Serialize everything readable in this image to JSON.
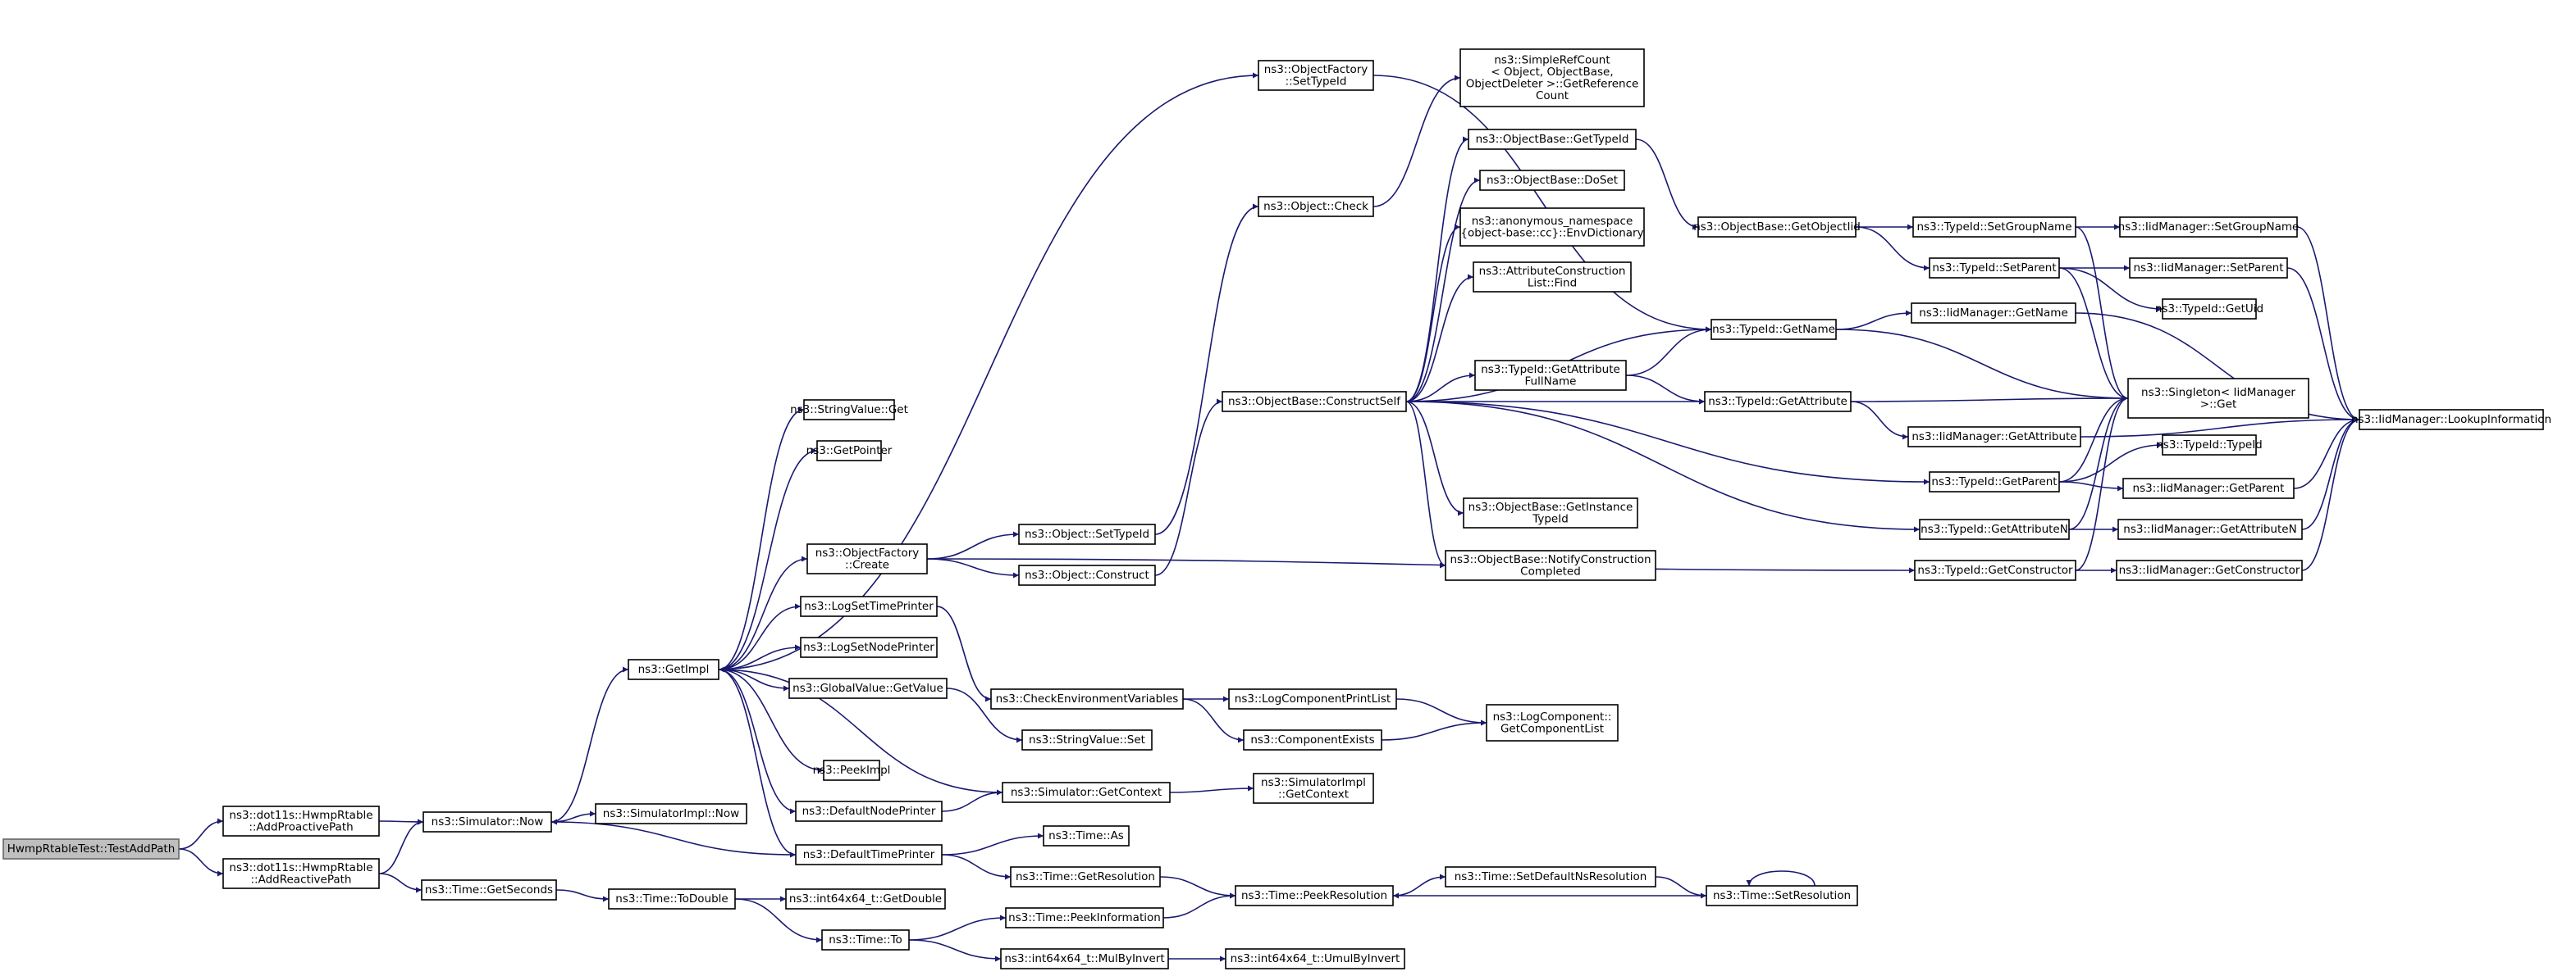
{
  "colors": {
    "edge": "#191970",
    "node_border": "#000000",
    "root_fill": "#bfbfbf",
    "background": "#ffffff"
  },
  "nodes": [
    {
      "id": "root",
      "lines": [
        "HwmpRtableTest::TestAddPath"
      ]
    },
    {
      "id": "addProactive",
      "lines": [
        "ns3::dot11s::HwmpRtable",
        "::AddProactivePath"
      ]
    },
    {
      "id": "addReactive",
      "lines": [
        "ns3::dot11s::HwmpRtable",
        "::AddReactivePath"
      ]
    },
    {
      "id": "simNow",
      "lines": [
        "ns3::Simulator::Now"
      ]
    },
    {
      "id": "timeGetSeconds",
      "lines": [
        "ns3::Time::GetSeconds"
      ]
    },
    {
      "id": "getImpl",
      "lines": [
        "ns3::GetImpl"
      ]
    },
    {
      "id": "simImplNow",
      "lines": [
        "ns3::SimulatorImpl::Now"
      ]
    },
    {
      "id": "toDouble",
      "lines": [
        "ns3::Time::ToDouble"
      ]
    },
    {
      "id": "int64GetDouble",
      "lines": [
        "ns3::int64x64_t::GetDouble"
      ]
    },
    {
      "id": "timeTo",
      "lines": [
        "ns3::Time::To"
      ]
    },
    {
      "id": "stringValueGet",
      "lines": [
        "ns3::StringValue::Get"
      ]
    },
    {
      "id": "getPointer",
      "lines": [
        "ns3::GetPointer"
      ]
    },
    {
      "id": "objFactoryCreate",
      "lines": [
        "ns3::ObjectFactory",
        "::Create"
      ]
    },
    {
      "id": "logSetTime",
      "lines": [
        "ns3::LogSetTimePrinter"
      ]
    },
    {
      "id": "logSetNode",
      "lines": [
        "ns3::LogSetNodePrinter"
      ]
    },
    {
      "id": "globalValue",
      "lines": [
        "ns3::GlobalValue::GetValue"
      ]
    },
    {
      "id": "peekImpl",
      "lines": [
        "ns3::PeekImpl"
      ]
    },
    {
      "id": "defaultNode",
      "lines": [
        "ns3::DefaultNodePrinter"
      ]
    },
    {
      "id": "defaultTime",
      "lines": [
        "ns3::DefaultTimePrinter"
      ]
    },
    {
      "id": "objFactorySetTypeId",
      "lines": [
        "ns3::ObjectFactory",
        "::SetTypeId"
      ]
    },
    {
      "id": "objCheck",
      "lines": [
        "ns3::Object::Check"
      ]
    },
    {
      "id": "objSetTypeId",
      "lines": [
        "ns3::Object::SetTypeId"
      ]
    },
    {
      "id": "objConstruct",
      "lines": [
        "ns3::Object::Construct"
      ]
    },
    {
      "id": "checkEnv",
      "lines": [
        "ns3::CheckEnvironmentVariables"
      ]
    },
    {
      "id": "stringValueSet",
      "lines": [
        "ns3::StringValue::Set"
      ]
    },
    {
      "id": "simGetContext",
      "lines": [
        "ns3::Simulator::GetContext"
      ]
    },
    {
      "id": "timeAs",
      "lines": [
        "ns3::Time::As"
      ]
    },
    {
      "id": "timeGetRes",
      "lines": [
        "ns3::Time::GetResolution"
      ]
    },
    {
      "id": "peekInfo",
      "lines": [
        "ns3::Time::PeekInformation"
      ]
    },
    {
      "id": "mulByInvert",
      "lines": [
        "ns3::int64x64_t::MulByInvert"
      ]
    },
    {
      "id": "simpleRefCount",
      "lines": [
        "ns3::SimpleRefCount",
        "< Object, ObjectBase,",
        "ObjectDeleter >::GetReference",
        "Count"
      ]
    },
    {
      "id": "objBaseGetTypeId",
      "lines": [
        "ns3::ObjectBase::GetTypeId"
      ]
    },
    {
      "id": "objBaseDoSet",
      "lines": [
        "ns3::ObjectBase::DoSet"
      ]
    },
    {
      "id": "anonEnvDict",
      "lines": [
        "ns3::anonymous_namespace",
        "{object-base::cc}::EnvDictionary"
      ]
    },
    {
      "id": "attrConstrFind",
      "lines": [
        "ns3::AttributeConstruction",
        "List::Find"
      ]
    },
    {
      "id": "constructSelf",
      "lines": [
        "ns3::ObjectBase::ConstructSelf"
      ]
    },
    {
      "id": "typeIdGetAttrFull",
      "lines": [
        "ns3::TypeId::GetAttribute",
        "FullName"
      ]
    },
    {
      "id": "getInstanceTypeId",
      "lines": [
        "ns3::ObjectBase::GetInstance",
        "TypeId"
      ]
    },
    {
      "id": "notifyConstruction",
      "lines": [
        "ns3::ObjectBase::NotifyConstruction",
        "Completed"
      ]
    },
    {
      "id": "logCompPrintList",
      "lines": [
        "ns3::LogComponentPrintList"
      ]
    },
    {
      "id": "componentExists",
      "lines": [
        "ns3::ComponentExists"
      ]
    },
    {
      "id": "simImplGetContext",
      "lines": [
        "ns3::SimulatorImpl",
        "::GetContext"
      ]
    },
    {
      "id": "peekResolution",
      "lines": [
        "ns3::Time::PeekResolution"
      ]
    },
    {
      "id": "umulByInvert",
      "lines": [
        "ns3::int64x64_t::UmulByInvert"
      ]
    },
    {
      "id": "logCompGetList",
      "lines": [
        "ns3::LogComponent::",
        "GetComponentList"
      ]
    },
    {
      "id": "setDefaultNsRes",
      "lines": [
        "ns3::Time::SetDefaultNsResolution"
      ]
    },
    {
      "id": "objBaseGetObjectIid",
      "lines": [
        "ns3::ObjectBase::GetObjectIid"
      ]
    },
    {
      "id": "typeIdGetName",
      "lines": [
        "ns3::TypeId::GetName"
      ]
    },
    {
      "id": "typeIdGetAttribute",
      "lines": [
        "ns3::TypeId::GetAttribute"
      ]
    },
    {
      "id": "setResolution",
      "lines": [
        "ns3::Time::SetResolution"
      ]
    },
    {
      "id": "typeIdSetGroupName",
      "lines": [
        "ns3::TypeId::SetGroupName"
      ]
    },
    {
      "id": "typeIdSetParent",
      "lines": [
        "ns3::TypeId::SetParent"
      ]
    },
    {
      "id": "iidGetName",
      "lines": [
        "ns3::IidManager::GetName"
      ]
    },
    {
      "id": "iidGetAttribute",
      "lines": [
        "ns3::IidManager::GetAttribute"
      ]
    },
    {
      "id": "typeIdGetParent",
      "lines": [
        "ns3::TypeId::GetParent"
      ]
    },
    {
      "id": "typeIdGetAttrN",
      "lines": [
        "ns3::TypeId::GetAttributeN"
      ]
    },
    {
      "id": "typeIdGetConstructor",
      "lines": [
        "ns3::TypeId::GetConstructor"
      ]
    },
    {
      "id": "iidSetGroupName",
      "lines": [
        "ns3::IidManager::SetGroupName"
      ]
    },
    {
      "id": "iidSetParent",
      "lines": [
        "ns3::IidManager::SetParent"
      ]
    },
    {
      "id": "typeIdGetUid",
      "lines": [
        "ns3::TypeId::GetUid"
      ]
    },
    {
      "id": "singletonGet",
      "lines": [
        "ns3::Singleton< IidManager",
        ">::Get"
      ]
    },
    {
      "id": "typeIdTypeId",
      "lines": [
        "ns3::TypeId::TypeId"
      ]
    },
    {
      "id": "iidGetParent",
      "lines": [
        "ns3::IidManager::GetParent"
      ]
    },
    {
      "id": "iidGetAttrN",
      "lines": [
        "ns3::IidManager::GetAttributeN"
      ]
    },
    {
      "id": "iidGetConstructor",
      "lines": [
        "ns3::IidManager::GetConstructor"
      ]
    },
    {
      "id": "iidLookupInfo",
      "lines": [
        "ns3::IidManager::LookupInformation"
      ]
    }
  ],
  "edges": [
    [
      "root",
      "addProactive"
    ],
    [
      "root",
      "addReactive"
    ],
    [
      "addProactive",
      "simNow"
    ],
    [
      "addReactive",
      "simNow"
    ],
    [
      "addReactive",
      "timeGetSeconds"
    ],
    [
      "simNow",
      "getImpl"
    ],
    [
      "simNow",
      "simImplNow"
    ],
    [
      "timeGetSeconds",
      "toDouble"
    ],
    [
      "toDouble",
      "int64GetDouble"
    ],
    [
      "toDouble",
      "timeTo"
    ],
    [
      "timeTo",
      "peekInfo"
    ],
    [
      "timeTo",
      "mulByInvert"
    ],
    [
      "mulByInvert",
      "umulByInvert"
    ],
    [
      "peekInfo",
      "peekResolution"
    ],
    [
      "getImpl",
      "stringValueGet"
    ],
    [
      "getImpl",
      "getPointer"
    ],
    [
      "getImpl",
      "objFactoryCreate"
    ],
    [
      "getImpl",
      "logSetTime"
    ],
    [
      "getImpl",
      "logSetNode"
    ],
    [
      "getImpl",
      "globalValue"
    ],
    [
      "getImpl",
      "peekImpl"
    ],
    [
      "getImpl",
      "defaultNode"
    ],
    [
      "getImpl",
      "defaultTime"
    ],
    [
      "getImpl",
      "objFactorySetTypeId"
    ],
    [
      "objFactorySetTypeId",
      "typeIdGetName"
    ],
    [
      "objFactoryCreate",
      "objSetTypeId"
    ],
    [
      "objFactoryCreate",
      "objConstruct"
    ],
    [
      "objFactoryCreate",
      "typeIdGetConstructor"
    ],
    [
      "objSetTypeId",
      "objCheck"
    ],
    [
      "objCheck",
      "simpleRefCount"
    ],
    [
      "objConstruct",
      "constructSelf"
    ],
    [
      "logSetTime",
      "checkEnv"
    ],
    [
      "globalValue",
      "stringValueSet"
    ],
    [
      "checkEnv",
      "logCompPrintList"
    ],
    [
      "checkEnv",
      "componentExists"
    ],
    [
      "logCompPrintList",
      "logCompGetList"
    ],
    [
      "componentExists",
      "logCompGetList"
    ],
    [
      "defaultNode",
      "simGetContext"
    ],
    [
      "simGetContext",
      "getImpl"
    ],
    [
      "simGetContext",
      "simImplGetContext"
    ],
    [
      "defaultTime",
      "simNow"
    ],
    [
      "defaultTime",
      "timeAs"
    ],
    [
      "defaultTime",
      "timeGetRes"
    ],
    [
      "timeGetRes",
      "peekResolution"
    ],
    [
      "setDefaultNsRes",
      "setResolution"
    ],
    [
      "setResolution",
      "peekResolution"
    ],
    [
      "setResolution",
      "setResolution"
    ],
    [
      "peekResolution",
      "setDefaultNsRes"
    ],
    [
      "constructSelf",
      "objBaseGetTypeId"
    ],
    [
      "constructSelf",
      "objBaseDoSet"
    ],
    [
      "constructSelf",
      "anonEnvDict"
    ],
    [
      "constructSelf",
      "attrConstrFind"
    ],
    [
      "constructSelf",
      "typeIdGetName"
    ],
    [
      "constructSelf",
      "typeIdGetAttrFull"
    ],
    [
      "constructSelf",
      "typeIdGetAttribute"
    ],
    [
      "constructSelf",
      "typeIdGetParent"
    ],
    [
      "constructSelf",
      "getInstanceTypeId"
    ],
    [
      "constructSelf",
      "notifyConstruction"
    ],
    [
      "constructSelf",
      "typeIdGetAttrN"
    ],
    [
      "objBaseGetTypeId",
      "objBaseGetObjectIid"
    ],
    [
      "objBaseGetObjectIid",
      "typeIdSetGroupName"
    ],
    [
      "objBaseGetObjectIid",
      "typeIdSetParent"
    ],
    [
      "typeIdGetAttrFull",
      "typeIdGetName"
    ],
    [
      "typeIdGetAttrFull",
      "typeIdGetAttribute"
    ],
    [
      "typeIdGetName",
      "iidGetName"
    ],
    [
      "typeIdGetName",
      "singletonGet"
    ],
    [
      "typeIdGetAttribute",
      "iidGetAttribute"
    ],
    [
      "typeIdGetAttribute",
      "singletonGet"
    ],
    [
      "typeIdSetGroupName",
      "iidSetGroupName"
    ],
    [
      "typeIdSetGroupName",
      "singletonGet"
    ],
    [
      "typeIdSetParent",
      "iidSetParent"
    ],
    [
      "typeIdSetParent",
      "typeIdGetUid"
    ],
    [
      "typeIdSetParent",
      "singletonGet"
    ],
    [
      "typeIdGetParent",
      "typeIdTypeId"
    ],
    [
      "typeIdGetParent",
      "iidGetParent"
    ],
    [
      "typeIdGetParent",
      "singletonGet"
    ],
    [
      "typeIdGetAttrN",
      "iidGetAttrN"
    ],
    [
      "typeIdGetAttrN",
      "singletonGet"
    ],
    [
      "typeIdGetConstructor",
      "iidGetConstructor"
    ],
    [
      "typeIdGetConstructor",
      "singletonGet"
    ],
    [
      "iidGetName",
      "iidLookupInfo"
    ],
    [
      "iidGetAttribute",
      "iidLookupInfo"
    ],
    [
      "iidSetGroupName",
      "iidLookupInfo"
    ],
    [
      "iidSetParent",
      "iidLookupInfo"
    ],
    [
      "iidGetParent",
      "iidLookupInfo"
    ],
    [
      "iidGetAttrN",
      "iidLookupInfo"
    ],
    [
      "iidGetConstructor",
      "iidLookupInfo"
    ]
  ]
}
